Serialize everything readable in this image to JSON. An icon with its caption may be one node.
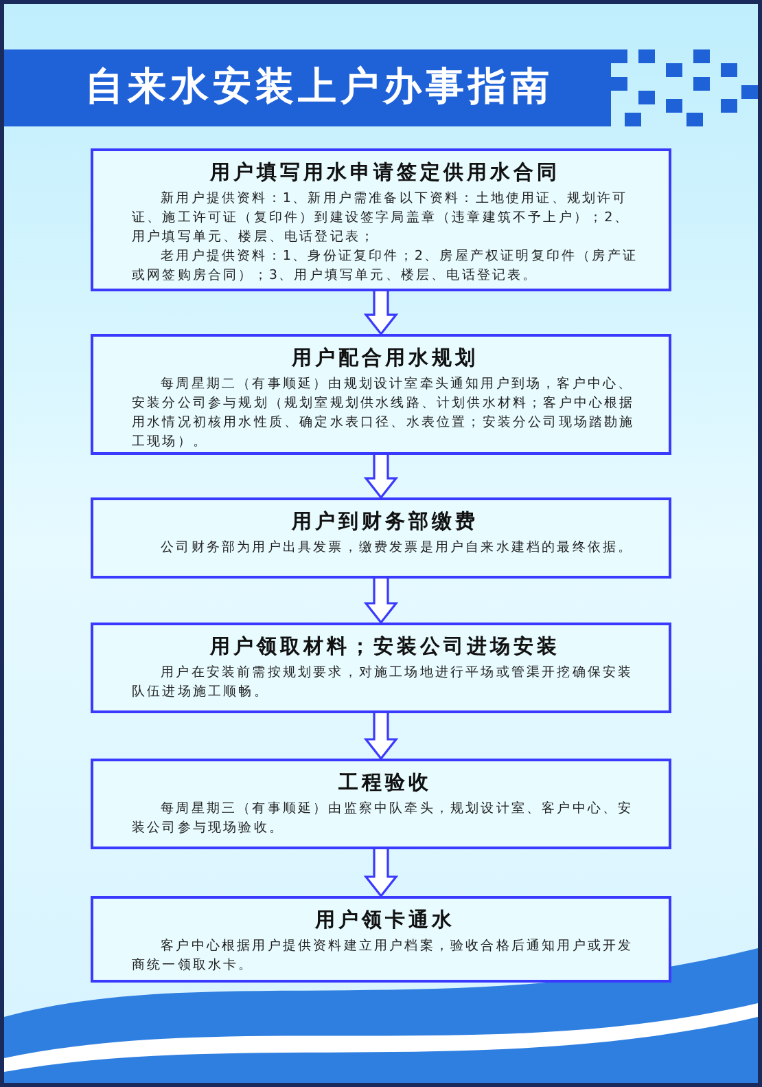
{
  "diagram": {
    "title": "自来水安装上户办事指南",
    "nodes": [
      {
        "text": [
          "用户填写用水申请签定供用水合同",
          "新用户提供资料：1、新用户需准备以下资料：土地使用证、规划许可证、施工许可证（复印件）到建设签字局盖章（违章建筑不予上户）；2、用户填写单元、楼层、电话登记表；",
          "老用户提供资料：1、身份证复印件；2、房屋产权证明复印件（房产证或网签购房合同）；3、用户填写单元、楼层、电话登记表。"
        ]
      },
      {
        "text": [
          "用户配合用水规划",
          "每周星期二（有事顺延）由规划设计室牵头通知用户到场，客户中心、安装分公司参与规划（规划室规划供水线路、计划供水材料；客户中心根据用水情况初核用水性质、确定水表口径、水表位置；安装分公司现场踏勘施工现场）。"
        ]
      },
      {
        "text": [
          "用户到财务部缴费",
          "公司财务部为用户出具发票，缴费发票是用户自来水建档的最终依据。"
        ]
      },
      {
        "text": [
          "用户领取材料；安装公司进场安装",
          "用户在安装前需按规划要求，对施工场地进行平场或管渠开挖确保安装队伍进场施工顺畅。"
        ]
      },
      {
        "text": [
          "工程验收",
          "每周星期三（有事顺延）由监察中队牵头，规划设计室、客户中心、安装公司参与现场验收。"
        ]
      },
      {
        "text": [
          "用户领卡通水",
          "客户中心根据用户提供资料建立用户档案，验收合格后通知用户或开发商统一领取水卡。"
        ]
      }
    ],
    "edges": [
      {
        "from": 0,
        "to": 1,
        "arrow": "to"
      },
      {
        "from": 1,
        "to": 2,
        "arrow": "to"
      },
      {
        "from": 2,
        "to": 3,
        "arrow": "to"
      },
      {
        "from": 3,
        "to": 4,
        "arrow": "to"
      },
      {
        "from": 4,
        "to": 5,
        "arrow": "to"
      }
    ]
  }
}
